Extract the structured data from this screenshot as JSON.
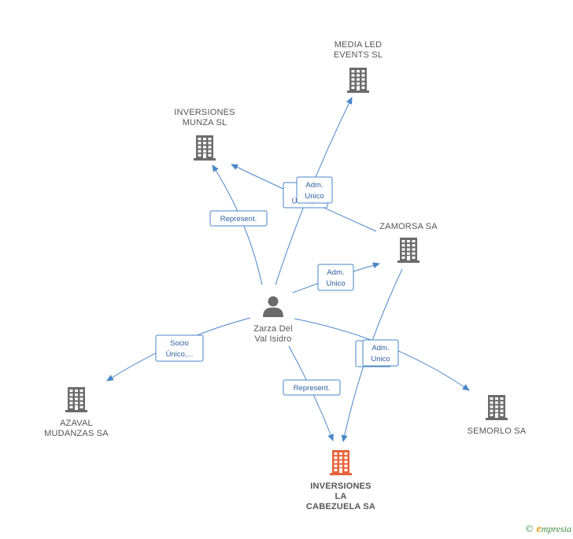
{
  "colors": {
    "edge": "#4a86c8",
    "building": "#6b6b6b",
    "building_main": "#e8643c",
    "person": "#6b6b6b",
    "label": "#555555"
  },
  "nodes": [
    {
      "id": "media_led",
      "type": "company",
      "label_lines": [
        "MEDIA LED",
        "EVENTS SL"
      ],
      "icon": "building-icon"
    },
    {
      "id": "munza",
      "type": "company",
      "label_lines": [
        "INVERSIONES",
        "MUNZA SL"
      ],
      "icon": "building-icon"
    },
    {
      "id": "zamorsa",
      "type": "company",
      "label_lines": [
        "ZAMORSA SA"
      ],
      "icon": "building-icon"
    },
    {
      "id": "person",
      "type": "person",
      "label_lines": [
        "Zarza Del",
        "Val Isidro"
      ],
      "icon": "person-icon"
    },
    {
      "id": "azaval",
      "type": "company",
      "label_lines": [
        "AZAVAL",
        "MUDANZAS SA"
      ],
      "icon": "building-icon"
    },
    {
      "id": "semorlo",
      "type": "company",
      "label_lines": [
        "SEMORLO SA"
      ],
      "icon": "building-icon"
    },
    {
      "id": "cabezuela",
      "type": "company",
      "main": true,
      "label_lines": [
        "INVERSIONES",
        "LA",
        "CABEZUELA SA"
      ],
      "icon": "building-icon"
    }
  ],
  "edges": [
    {
      "id": "e1",
      "from": "person",
      "to": "munza",
      "label_lines": [
        "Represent."
      ]
    },
    {
      "id": "e2",
      "from": "zamorsa",
      "to": "munza",
      "label_lines": [
        "Socio",
        "Único,..."
      ]
    },
    {
      "id": "e3",
      "from": "person",
      "to": "media_led",
      "label_lines": [
        "Adm.",
        "Unico"
      ]
    },
    {
      "id": "e4",
      "from": "person",
      "to": "zamorsa",
      "label_lines": [
        "Adm.",
        "Unico"
      ]
    },
    {
      "id": "e5",
      "from": "person",
      "to": "azaval",
      "label_lines": [
        "Socio",
        "Único,..."
      ]
    },
    {
      "id": "e6",
      "from": "person",
      "to": "cabezuela",
      "label_lines": [
        "Represent."
      ]
    },
    {
      "id": "e7",
      "from": "person",
      "to": "semorlo",
      "label_lines": [
        "Adm.",
        "Unico"
      ]
    },
    {
      "id": "e8",
      "from": "zamorsa",
      "to": "cabezuela",
      "label_lines": [
        "Adm.",
        "Unico"
      ]
    }
  ],
  "brand": {
    "copyright": "©",
    "initial": "e",
    "name": "mpresia"
  }
}
